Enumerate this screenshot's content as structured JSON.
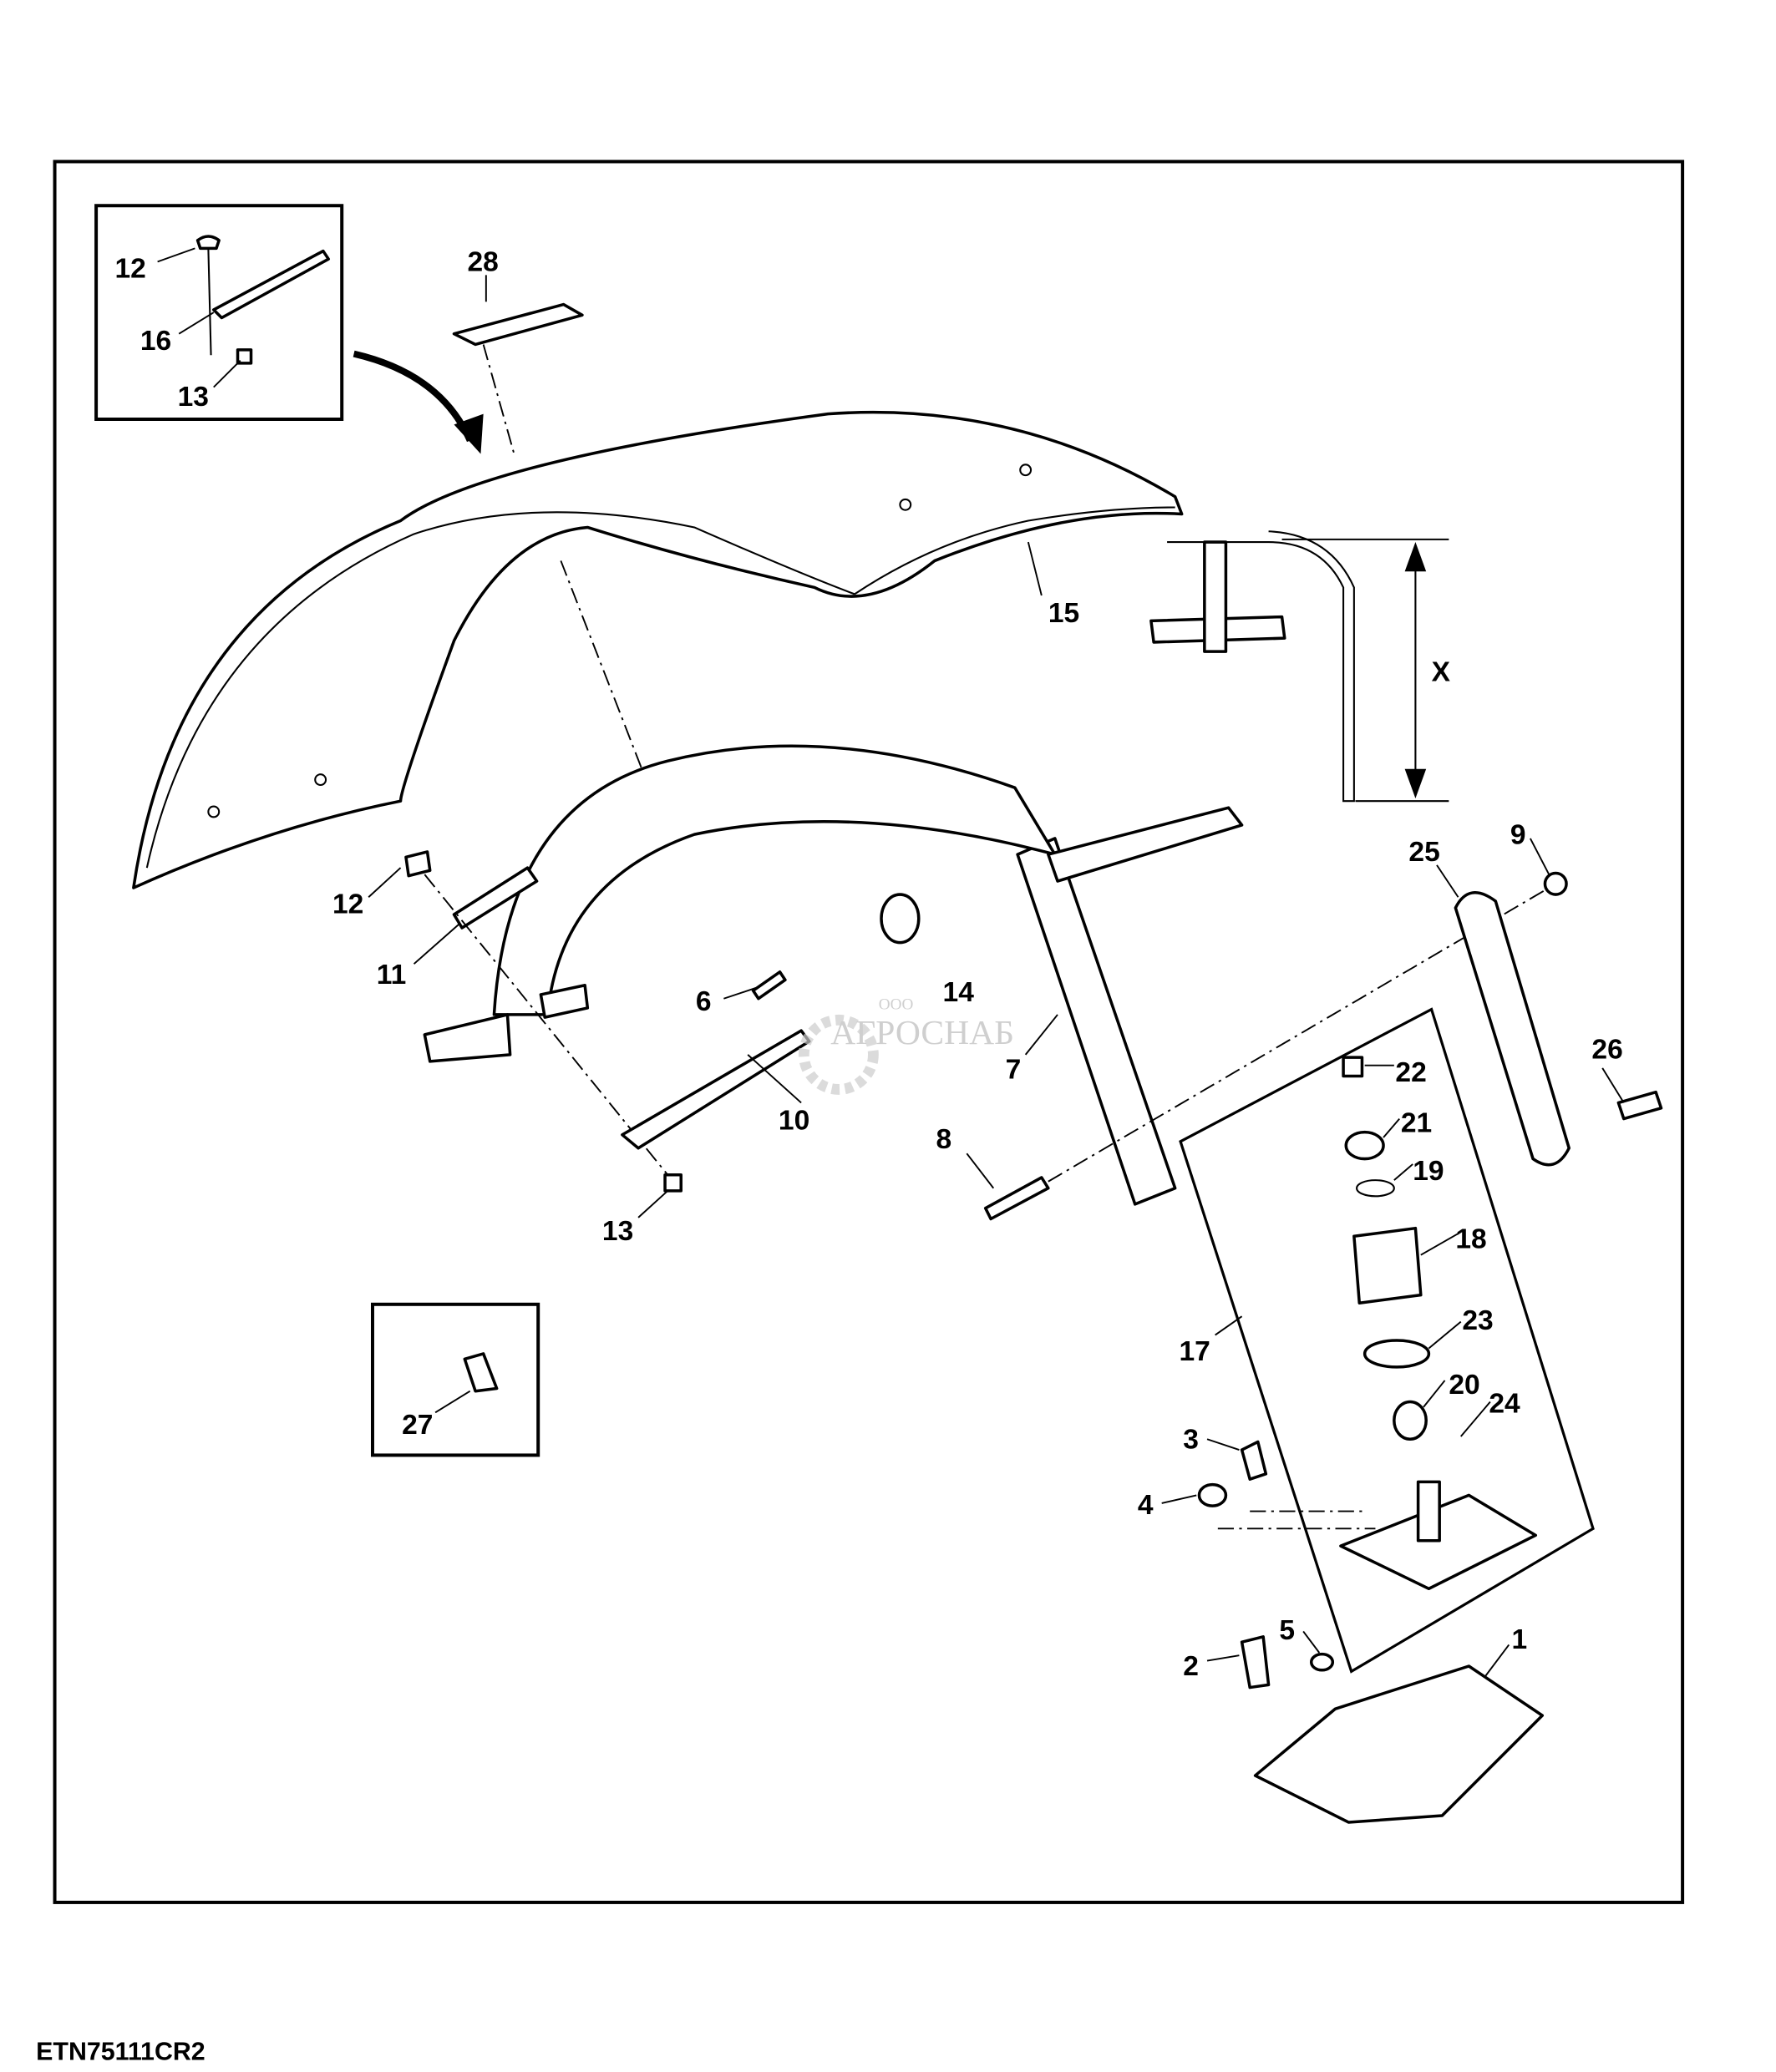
{
  "diagram": {
    "figure_id": "ETN75111CR2",
    "dimension_label": "X",
    "watermark": {
      "line1": "ООО",
      "line2": "АГРОСНАБ"
    },
    "callouts": {
      "c1": "1",
      "c2": "2",
      "c3": "3",
      "c4": "4",
      "c5": "5",
      "c6": "6",
      "c7": "7",
      "c8": "8",
      "c9": "9",
      "c10": "10",
      "c11": "11",
      "c12a": "12",
      "c12b": "12",
      "c13a": "13",
      "c13b": "13",
      "c14": "14",
      "c15": "15",
      "c16": "16",
      "c17": "17",
      "c18": "18",
      "c19": "19",
      "c20": "20",
      "c21": "21",
      "c22": "22",
      "c23": "23",
      "c24": "24",
      "c25": "25",
      "c26": "26",
      "c27": "27",
      "c28": "28"
    }
  }
}
